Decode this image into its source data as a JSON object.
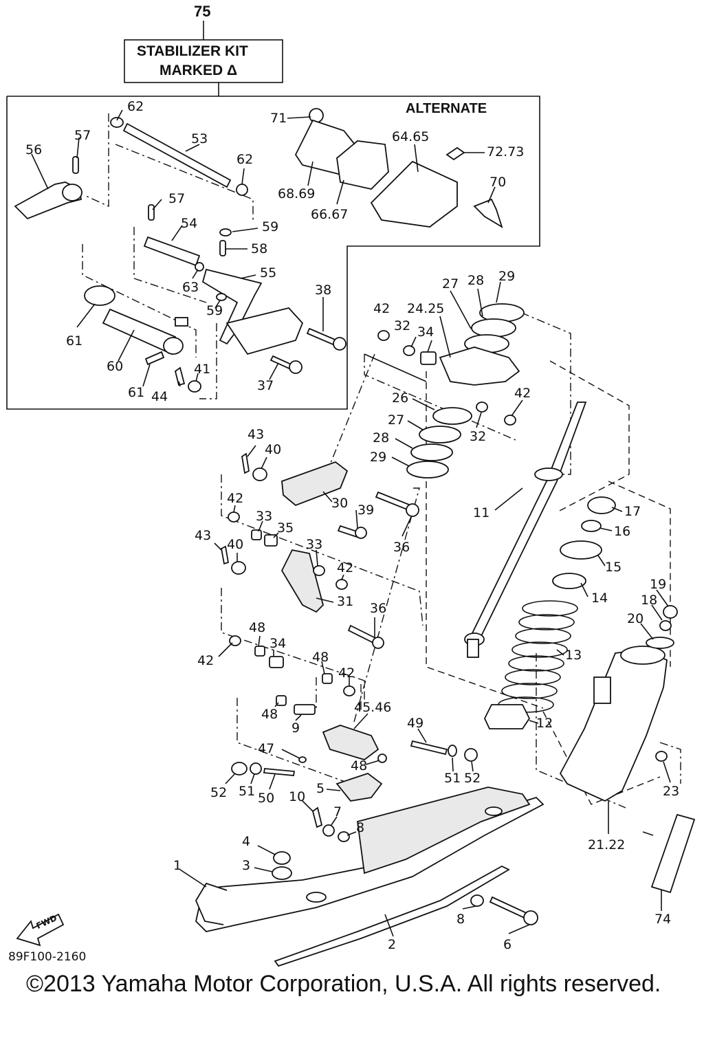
{
  "kit": {
    "number": "75",
    "label_line1": "STABILIZER KIT",
    "label_line2": "MARKED Δ"
  },
  "alternate_label": "ALTERNATE",
  "ref_code": "89F100-2160",
  "fwd_label": "FWD",
  "copyright": "©2013 Yamaha Motor Corporation, U.S.A. All rights reserved.",
  "callouts": [
    "62",
    "57",
    "53",
    "56",
    "62",
    "57",
    "54",
    "59",
    "58",
    "63",
    "55",
    "59",
    "61",
    "60",
    "41",
    "61",
    "44",
    "38",
    "37",
    "71",
    "64.65",
    "72.73",
    "70",
    "68.69",
    "66.67",
    "27",
    "28",
    "29",
    "42",
    "24.25",
    "32",
    "34",
    "42",
    "26",
    "32",
    "27",
    "28",
    "29",
    "43",
    "40",
    "30",
    "39",
    "36",
    "42",
    "33",
    "35",
    "43",
    "40",
    "33",
    "42",
    "31",
    "36",
    "11",
    "17",
    "16",
    "15",
    "14",
    "19",
    "18",
    "20",
    "13",
    "12",
    "48",
    "34",
    "42",
    "48",
    "42",
    "48",
    "9",
    "45.46",
    "49",
    "47",
    "48",
    "52",
    "51",
    "50",
    "51",
    "52",
    "5",
    "10",
    "7",
    "8",
    "4",
    "3",
    "1",
    "8",
    "6",
    "2",
    "21.22",
    "23",
    "74"
  ]
}
